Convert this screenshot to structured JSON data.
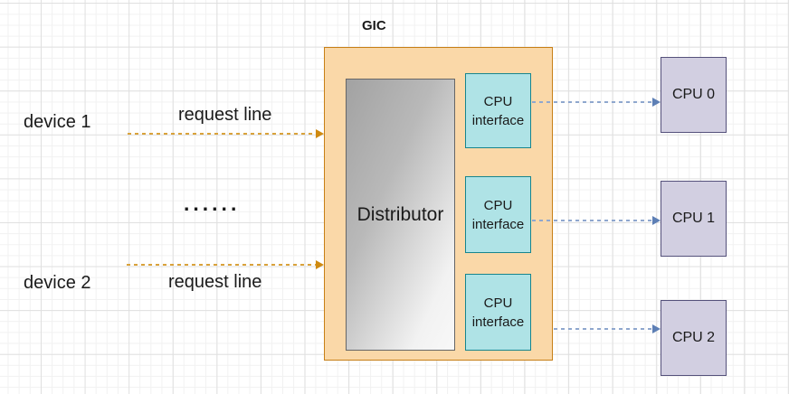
{
  "diagram": {
    "gic": {
      "label": "GIC"
    },
    "distributor": {
      "label": "Distributor"
    },
    "cpu_interfaces": [
      {
        "label": "CPU interface"
      },
      {
        "label": "CPU interface"
      },
      {
        "label": "CPU interface"
      }
    ],
    "cpus": [
      {
        "label": "CPU 0"
      },
      {
        "label": "CPU 1"
      },
      {
        "label": "CPU 2"
      }
    ],
    "devices": [
      {
        "label": "device 1"
      },
      {
        "label": "device 2"
      }
    ],
    "request_lines": [
      {
        "label": "request line"
      },
      {
        "label": "request line"
      }
    ],
    "ellipsis": "......",
    "colors": {
      "gic_fill": "#FAD8A8",
      "gic_stroke": "#C77F16",
      "distributor_fill_start": "#A2A2A2",
      "distributor_fill_end": "#F8F8F8",
      "distributor_stroke": "#666666",
      "interface_fill": "#AFE3E6",
      "interface_stroke": "#17858E",
      "cpu_fill": "#D2CFE1",
      "cpu_stroke": "#55517B",
      "request_arrow_color": "#D79B00",
      "cpu_arrow_color": "#6C8EBF",
      "grid_major": "#E0E0E0",
      "grid_minor": "#F1F1F1"
    }
  }
}
